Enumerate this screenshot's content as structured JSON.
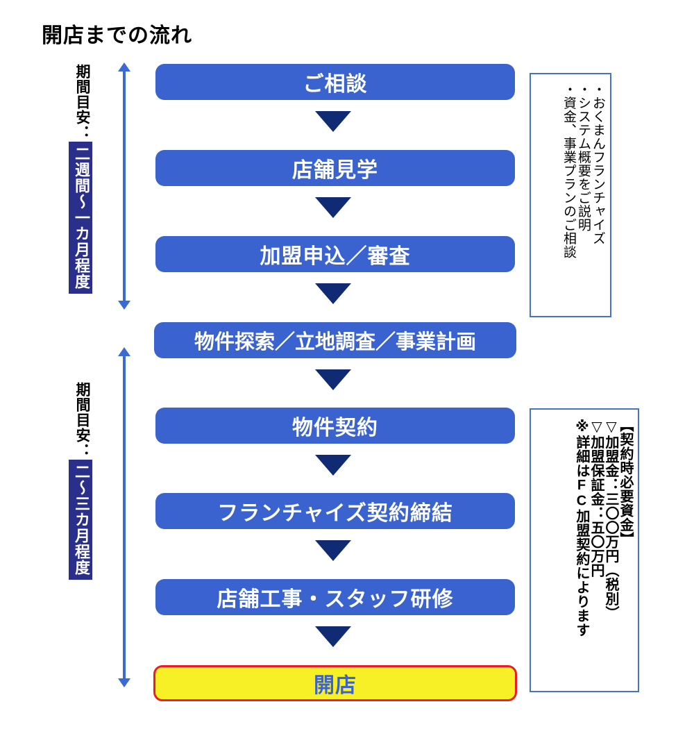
{
  "title": "開店までの流れ",
  "periods": [
    {
      "caption": "期間目安：",
      "value": "二週間〜一カ月程度"
    },
    {
      "caption": "期間目安：",
      "value": "二〜三カ月程度"
    }
  ],
  "steps": [
    {
      "label": "ご相談"
    },
    {
      "label": "店舗見学"
    },
    {
      "label": "加盟申込／審査"
    },
    {
      "label": "物件探索／立地調査／事業計画"
    },
    {
      "label": "物件契約"
    },
    {
      "label": "フランチャイズ契約締結"
    },
    {
      "label": "店舗工事・スタッフ研修"
    },
    {
      "label": "開店"
    }
  ],
  "notes": [
    {
      "lines": [
        "・おくまんフランチャイズ",
        "・システム概要をご説明",
        "・資金、事業プランのご相談"
      ]
    },
    {
      "lines": [
        "【契約時必要資金】",
        "▽加盟金：三〇〇万円（税別）",
        "▽加盟保証金：五〇万円",
        "※詳細はFC加盟契約によります"
      ]
    }
  ],
  "colors": {
    "box_blue": "#3A63D0",
    "arrow_navy": "#102A73",
    "period_indigo": "#2B2F8C",
    "scale_blue": "#3A6AD4",
    "final_yellow": "#F7F027",
    "final_red_border": "#ED1C24",
    "note_border_blue": "#4472C4"
  }
}
